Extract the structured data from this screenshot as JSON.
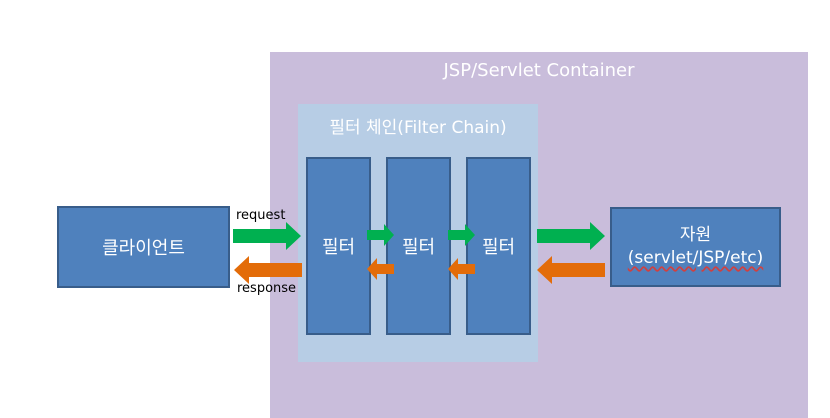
{
  "container": {
    "title": "JSP/Servlet  Container"
  },
  "chain": {
    "title": "필터 체인(Filter  Chain)"
  },
  "client": {
    "label": "클라이언트"
  },
  "filters": [
    "필터",
    "필터",
    "필터"
  ],
  "resource": {
    "line1": "자원",
    "line2": "(servlet/JSP/etc)"
  },
  "labels": {
    "request": "request",
    "response": "response"
  },
  "colors": {
    "container_bg": "#c9bddb",
    "chain_bg": "#b7cde5",
    "box_fill": "#4f81bd",
    "box_border": "#385d8a",
    "request_arrow": "#00b050",
    "response_arrow": "#e36c09"
  }
}
